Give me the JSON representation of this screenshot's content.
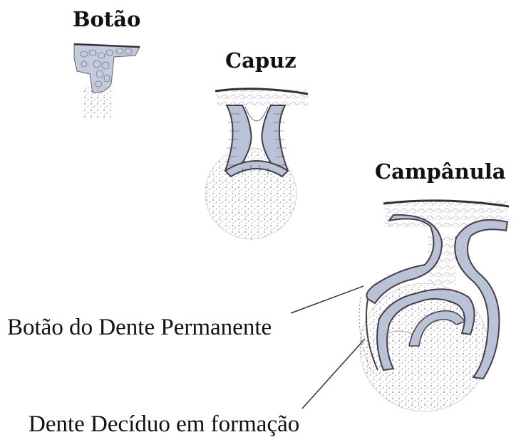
{
  "stages": {
    "bud": {
      "title": "Botão"
    },
    "cap": {
      "title": "Capuz"
    },
    "bell": {
      "title": "Campânula"
    }
  },
  "labels": {
    "permanent_bud": "Botão do Dente Permanente",
    "deciduous_forming": "Dente Decíduo em formação"
  },
  "colors": {
    "epithelium_fill": "#b9c3d6",
    "epithelium_outline": "#4a3a4d",
    "mesenchyme_dots": "#9a9aa0",
    "leader_line": "#333333"
  }
}
